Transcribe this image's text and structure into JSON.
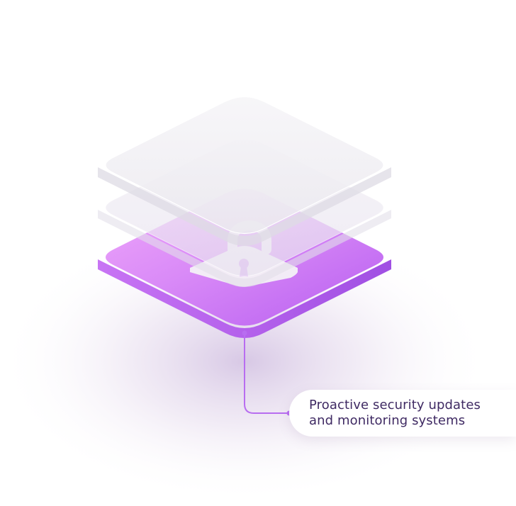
{
  "callout": {
    "line1": "Proactive security updates",
    "line2": "and monitoring systems"
  },
  "illustration": {
    "center_icon": "lock-icon",
    "layers": [
      "top-glass-layer",
      "middle-glass-layer",
      "base-purple-layer"
    ]
  },
  "colors": {
    "accent": "#b45ef0",
    "accent_light": "#e39bfa",
    "connector": "#b86df0",
    "text": "#3f2a63",
    "glass": "#efeef2"
  }
}
